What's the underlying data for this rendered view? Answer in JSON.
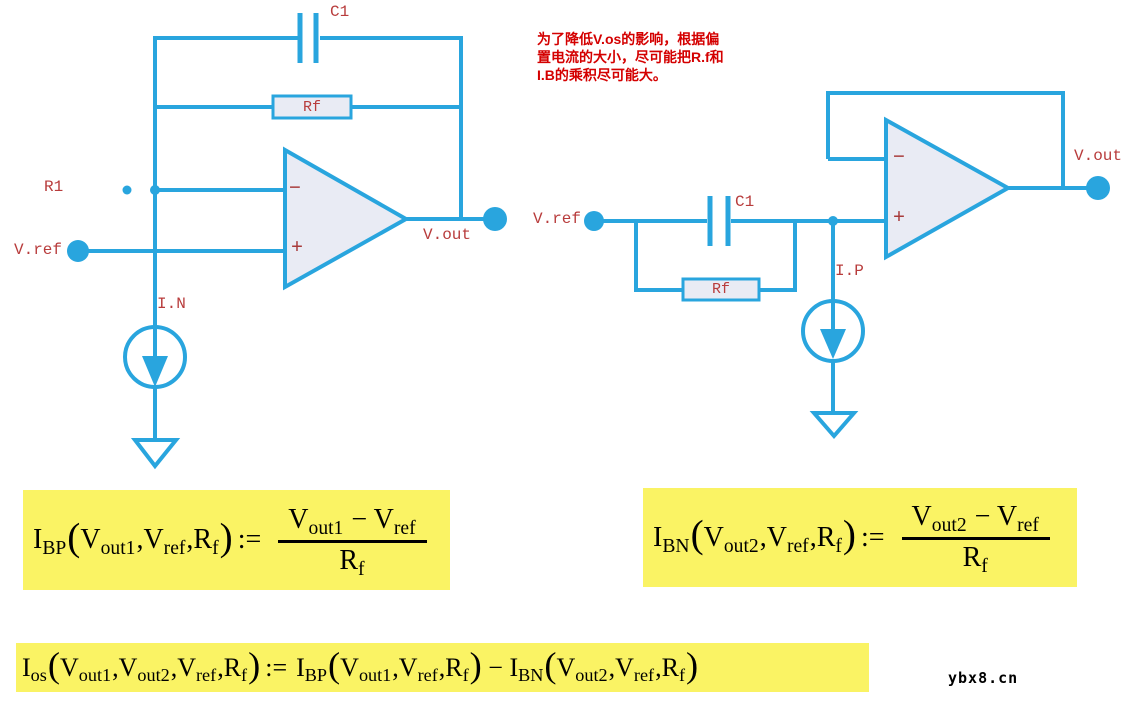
{
  "colors": {
    "wire": "#29a5de",
    "component_fill": "#e9ebf4",
    "label": "#b83c3c",
    "annotation": "#d40000",
    "formula_bg": "#faf364"
  },
  "annotation": {
    "line1": "为了降低V.os的影响，根据偏",
    "line2": "置电流的大小，尽可能把R.f和",
    "line3": "I.B的乘积尽可能大。"
  },
  "circuit_left": {
    "labels": {
      "c1": "C1",
      "rf": "Rf",
      "r1": "R1",
      "vref": "V.ref",
      "in": "I.N",
      "vout": "V.out",
      "minus": "−",
      "plus": "+"
    }
  },
  "circuit_right": {
    "labels": {
      "c1": "C1",
      "rf": "Rf",
      "vref": "V.ref",
      "ip": "I.P",
      "vout": "V.out",
      "minus": "−",
      "plus": "+"
    }
  },
  "formulas": {
    "ibp": {
      "left": [
        [
          "I",
          "BP"
        ],
        [
          "(",
          null
        ],
        [
          "V",
          "out1"
        ],
        [
          ",",
          null
        ],
        [
          "V",
          "ref"
        ],
        [
          ",",
          null
        ],
        [
          "R",
          "f"
        ],
        [
          ")",
          null
        ],
        [
          ":=",
          null
        ]
      ],
      "num": [
        [
          "V",
          "out1"
        ],
        [
          " − ",
          null
        ],
        [
          "V",
          "ref"
        ]
      ],
      "den": [
        [
          "R",
          "f"
        ]
      ]
    },
    "ibn": {
      "left": [
        [
          "I",
          "BN"
        ],
        [
          "(",
          null
        ],
        [
          "V",
          "out2"
        ],
        [
          ",",
          null
        ],
        [
          "V",
          "ref"
        ],
        [
          ",",
          null
        ],
        [
          "R",
          "f"
        ],
        [
          ")",
          null
        ],
        [
          ":=",
          null
        ]
      ],
      "num": [
        [
          "V",
          "out2"
        ],
        [
          " − ",
          null
        ],
        [
          "V",
          "ref"
        ]
      ],
      "den": [
        [
          "R",
          "f"
        ]
      ]
    },
    "ios": {
      "left": [
        [
          "I",
          "os"
        ],
        [
          "(",
          null
        ],
        [
          "V",
          "out1"
        ],
        [
          ",",
          null
        ],
        [
          "V",
          "out2"
        ],
        [
          ",",
          null
        ],
        [
          "V",
          "ref"
        ],
        [
          ",",
          null
        ],
        [
          "R",
          "f"
        ],
        [
          ")",
          null
        ],
        [
          ":=",
          null
        ],
        [
          "I",
          "BP"
        ],
        [
          "(",
          null
        ],
        [
          "V",
          "out1"
        ],
        [
          ",",
          null
        ],
        [
          "V",
          "ref"
        ],
        [
          ",",
          null
        ],
        [
          "R",
          "f"
        ],
        [
          ")",
          null
        ],
        [
          " − ",
          null
        ],
        [
          "I",
          "BN"
        ],
        [
          "(",
          null
        ],
        [
          "V",
          "out2"
        ],
        [
          ",",
          null
        ],
        [
          "V",
          "ref"
        ],
        [
          ",",
          null
        ],
        [
          "R",
          "f"
        ],
        [
          ")",
          null
        ]
      ]
    }
  },
  "watermark": "ybx8.cn"
}
